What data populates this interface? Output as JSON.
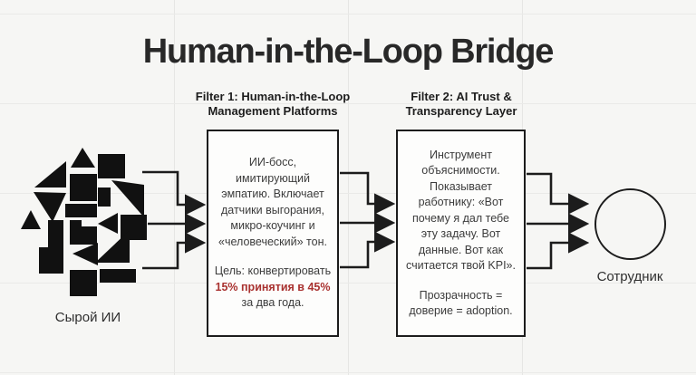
{
  "title": "Human-in-the-Loop Bridge",
  "colors": {
    "background": "#f6f6f4",
    "ink": "#1c1c1c",
    "accent_red": "#a93230"
  },
  "nodes": {
    "raw_ai": {
      "label": "Сырой ИИ"
    },
    "employee": {
      "label": "Сотрудник"
    }
  },
  "filter1": {
    "header": "Filter 1: Human-in-the-Loop\nManagement Platforms",
    "body": "ИИ-босс,\nимитирующий\nэмпатию. Включает\nдатчики выгорания,\nмикро-коучинг и\n«человеческий» тон.",
    "goal_prefix": "Цель: конвертировать",
    "goal_highlight": "15% принятия в 45%",
    "goal_suffix": "за два года."
  },
  "filter2": {
    "header": "Filter 2: AI Trust &\nTransparency Layer",
    "body": "Инструмент\nобъяснимости.\nПоказывает\nработнику: «Вот\nпочему я дал тебе\nэту задачу. Вот\nданные. Вот как\nсчитается твой KPI».",
    "footer": "Прозрачность =\nдоверие = adoption."
  }
}
